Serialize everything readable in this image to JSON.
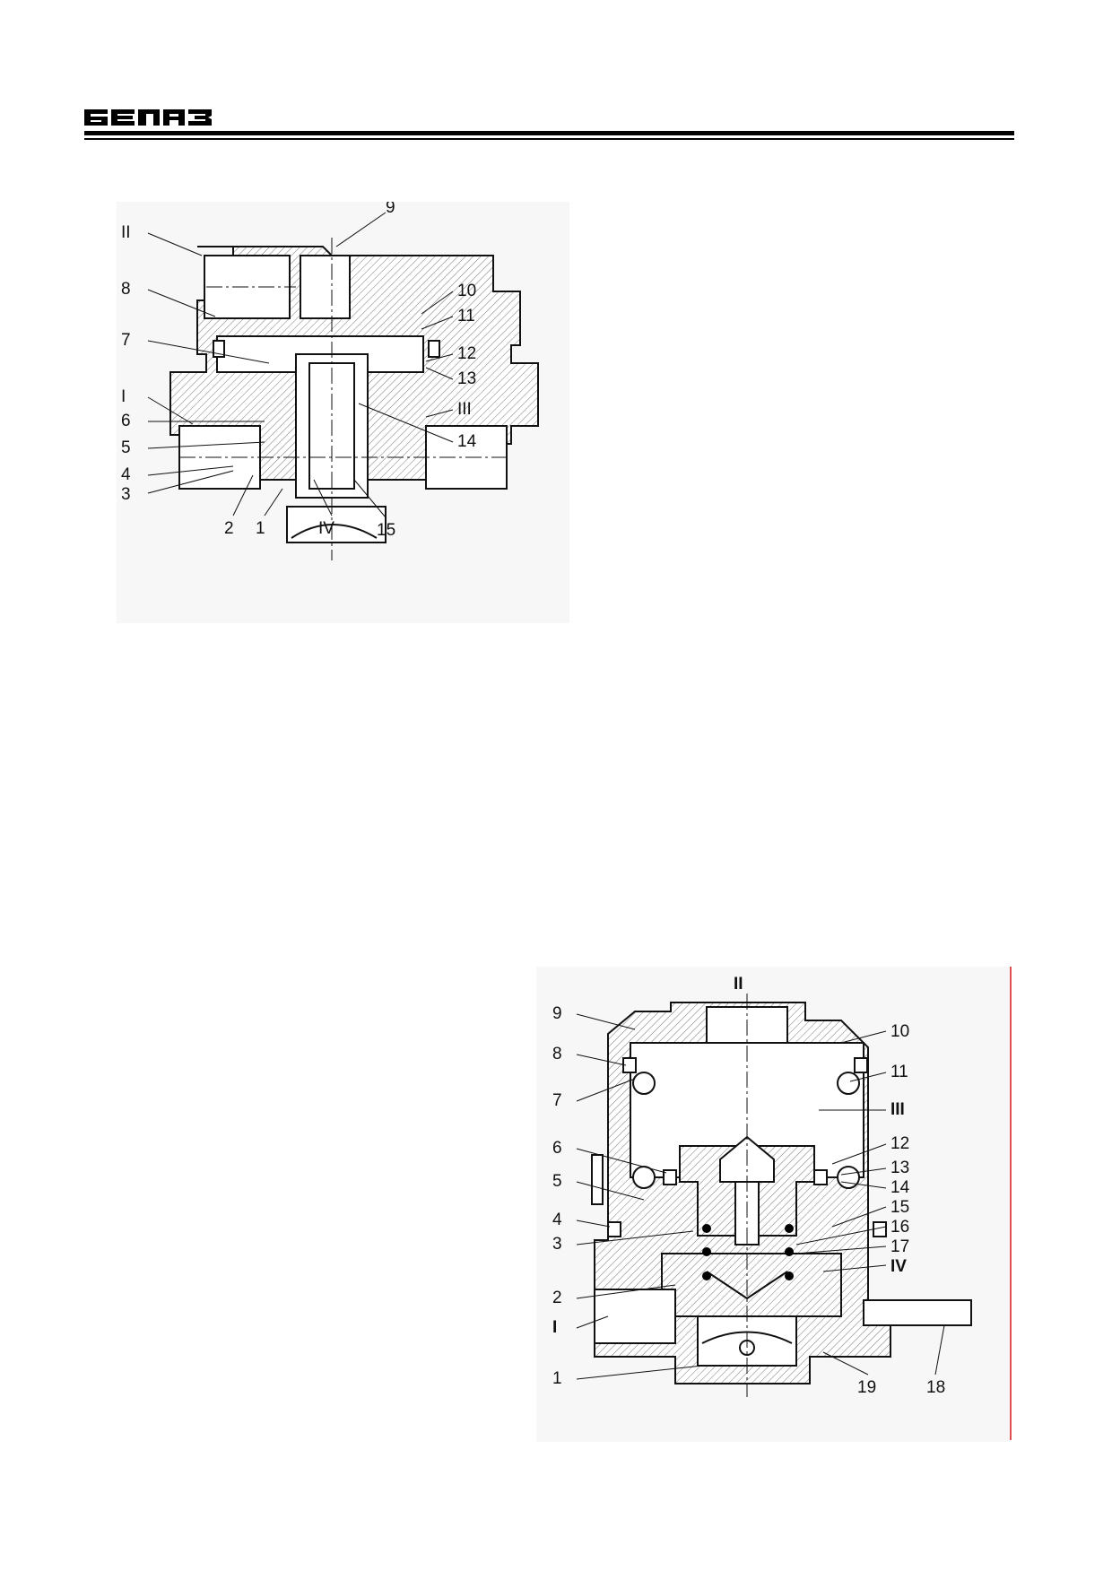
{
  "header": {
    "brand_alt": "БЕЛАЗ"
  },
  "figure1": {
    "labels": {
      "l1": "1",
      "l2": "2",
      "l3": "3",
      "l4": "4",
      "l5": "5",
      "l6": "6",
      "l7": "7",
      "l8": "8",
      "l9": "9",
      "l10": "10",
      "l11": "11",
      "l12": "12",
      "l13": "13",
      "l14": "14",
      "l15": "15",
      "pI": "I",
      "pII": "II",
      "pIII": "III",
      "pIV": "IV"
    }
  },
  "figure2": {
    "labels": {
      "l1": "1",
      "l2": "2",
      "l3": "3",
      "l4": "4",
      "l5": "5",
      "l6": "6",
      "l7": "7",
      "l8": "8",
      "l9": "9",
      "l10": "10",
      "l11": "11",
      "l12": "12",
      "l13": "13",
      "l14": "14",
      "l15": "15",
      "l16": "16",
      "l17": "17",
      "l18": "18",
      "l19": "19",
      "pI": "I",
      "pII": "II",
      "pIII": "III",
      "pIV": "IV"
    }
  },
  "colors": {
    "accent_line": "#e05050",
    "ink": "#111111"
  }
}
